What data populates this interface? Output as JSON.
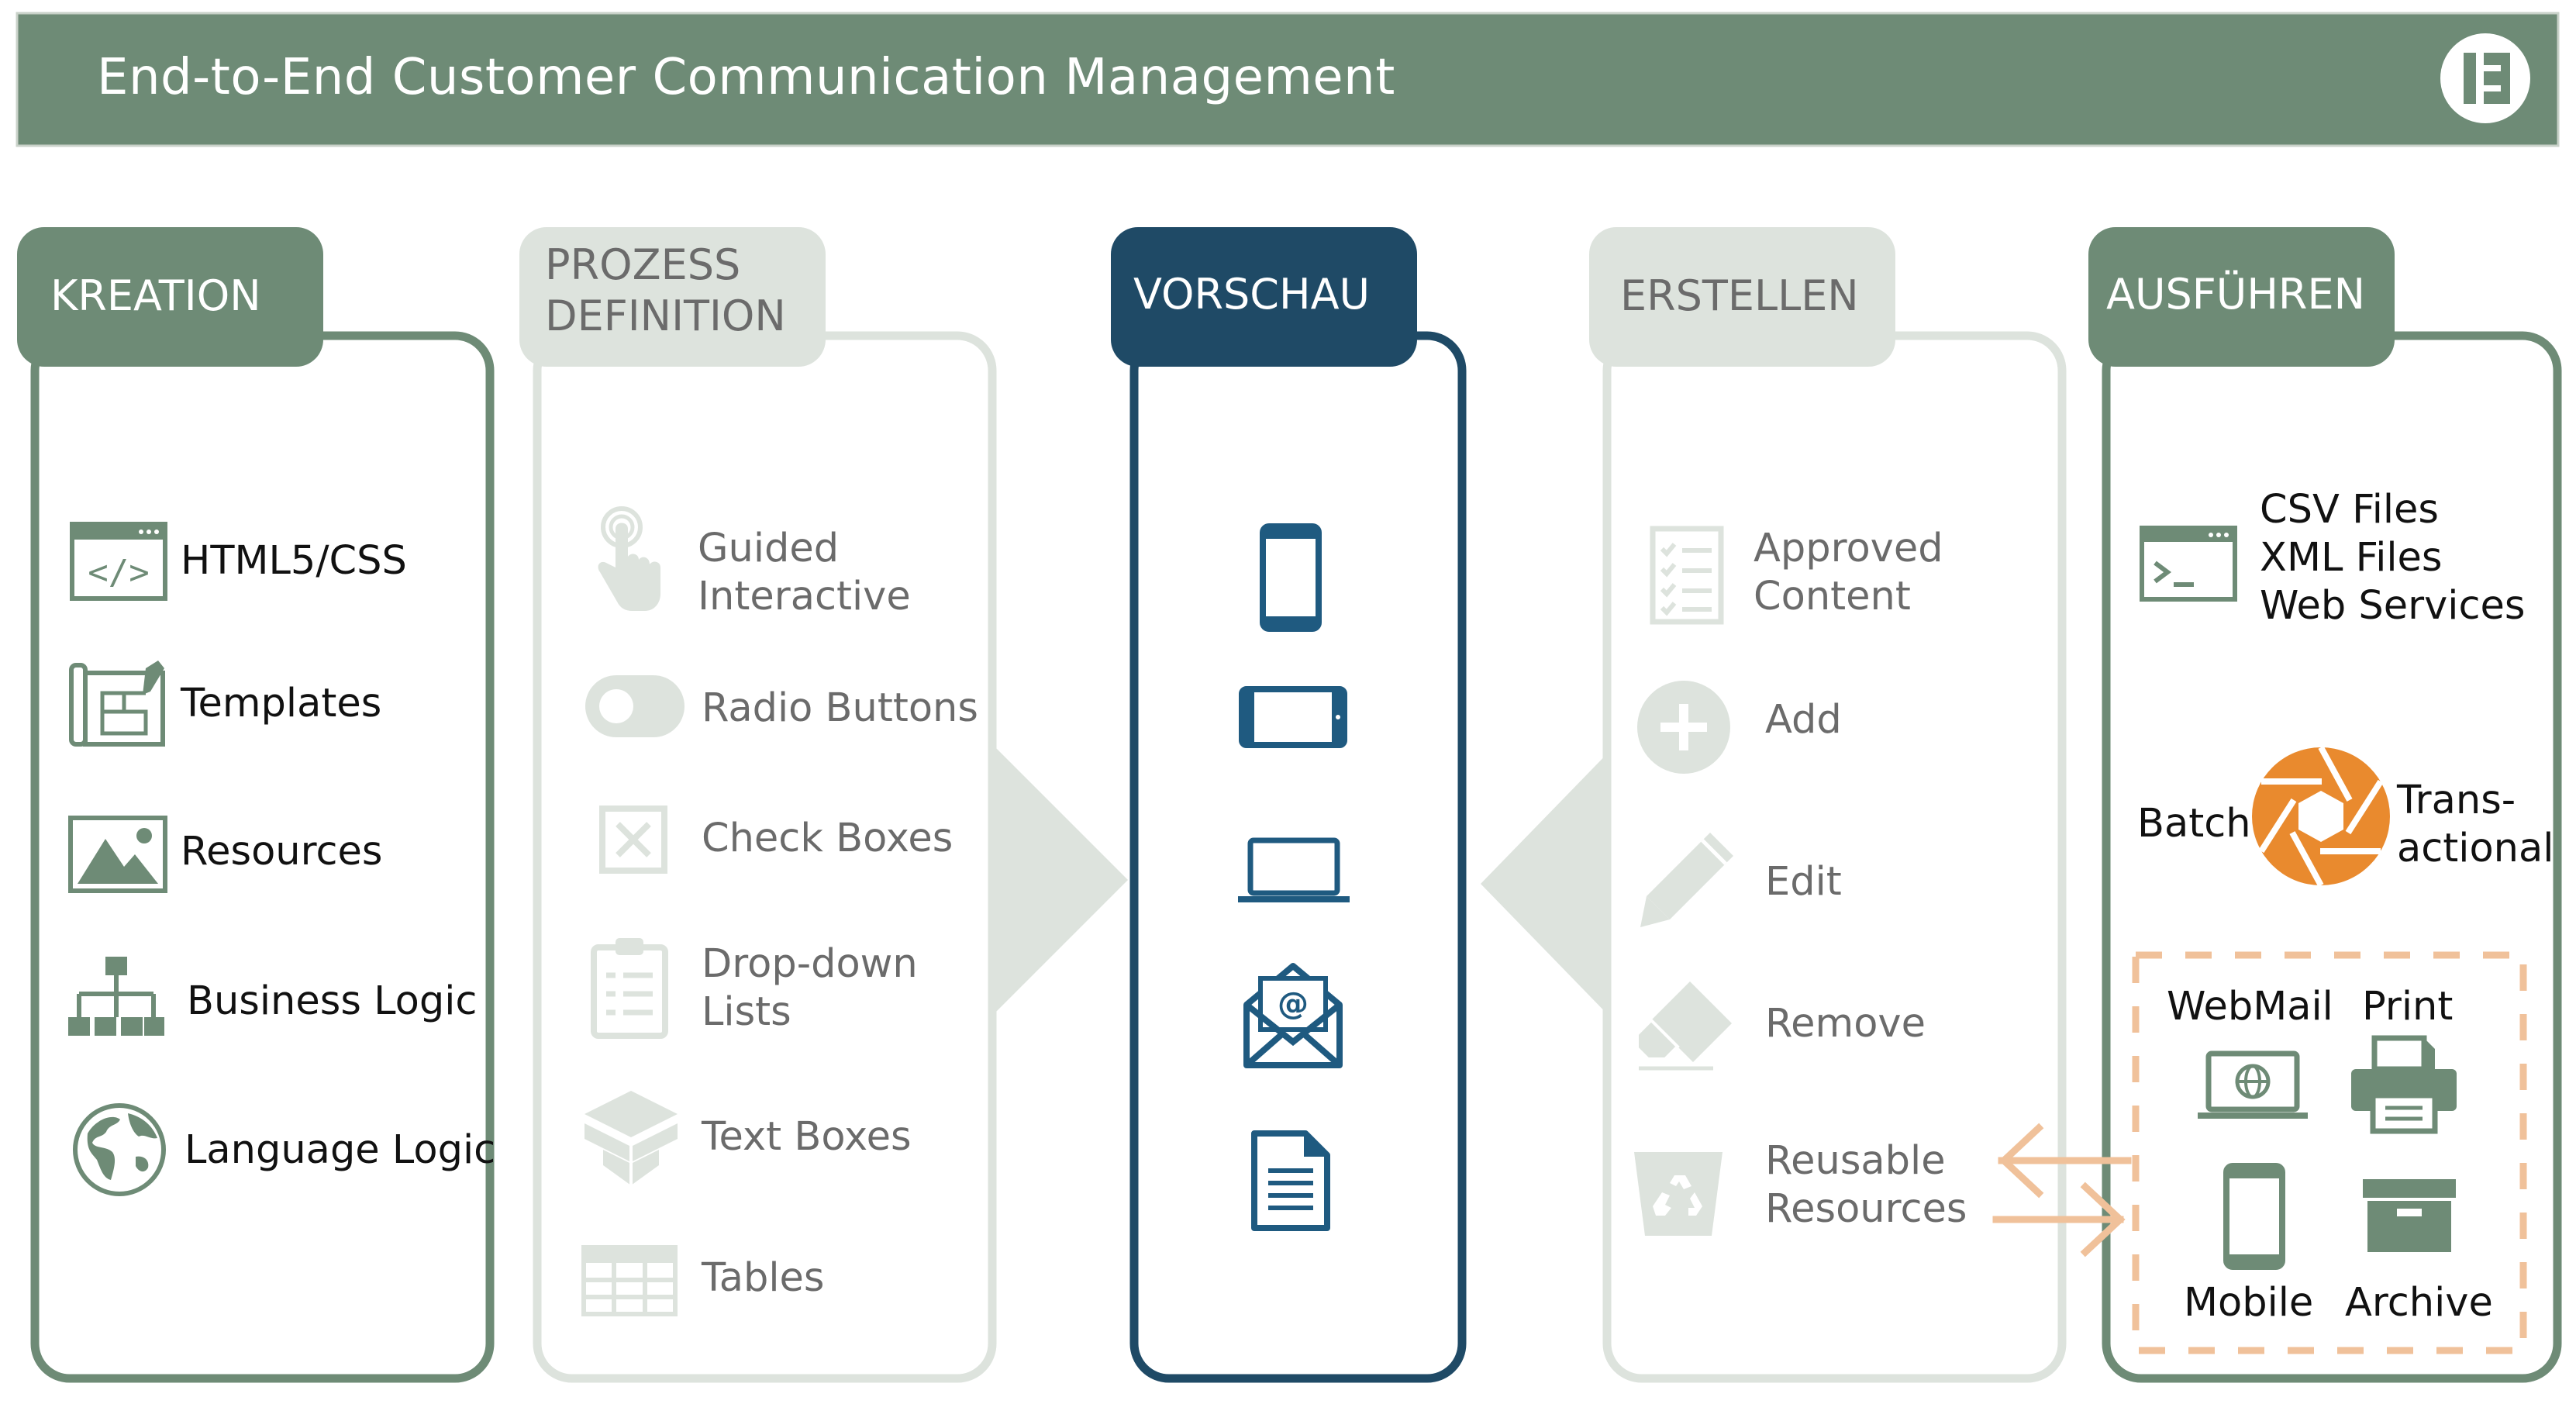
{
  "header": {
    "title": "End-to-End Customer Communication Management"
  },
  "colors": {
    "green": "#6e8b76",
    "light_green": "#dde3dd",
    "navy": "#1f4a66",
    "icon_blue": "#1f5a80",
    "orange": "#e98a2e",
    "orange_light": "#f0c19a"
  },
  "columns": {
    "kreation": {
      "tab": "KREATION",
      "items": [
        {
          "label": "HTML5/CSS",
          "icon": "code-window-icon"
        },
        {
          "label": "Templates",
          "icon": "template-blueprint-icon"
        },
        {
          "label": "Resources",
          "icon": "image-icon"
        },
        {
          "label": "Business Logic",
          "icon": "org-chart-icon"
        },
        {
          "label": "Language Logic",
          "icon": "globe-icon"
        }
      ]
    },
    "prozess": {
      "tab": "PROZESS\nDEFINITION",
      "items": [
        {
          "label": "Guided\nInteractive",
          "icon": "touch-hand-icon"
        },
        {
          "label": "Radio Buttons",
          "icon": "toggle-icon"
        },
        {
          "label": "Check Boxes",
          "icon": "checkbox-icon"
        },
        {
          "label": "Drop-down\nLists",
          "icon": "clipboard-list-icon"
        },
        {
          "label": "Text Boxes",
          "icon": "boxes-icon"
        },
        {
          "label": "Tables",
          "icon": "table-icon"
        }
      ]
    },
    "vorschau": {
      "tab": "VORSCHAU",
      "icons": [
        "smartphone-icon",
        "tablet-icon",
        "laptop-icon",
        "email-icon",
        "document-icon"
      ]
    },
    "erstellen": {
      "tab": "ERSTELLEN",
      "items": [
        {
          "label": "Approved\nContent",
          "icon": "checklist-icon"
        },
        {
          "label": "Add",
          "icon": "plus-circle-icon"
        },
        {
          "label": "Edit",
          "icon": "pencil-icon"
        },
        {
          "label": "Remove",
          "icon": "eraser-icon"
        },
        {
          "label": "Reusable\nResources",
          "icon": "recycle-bin-icon"
        }
      ]
    },
    "ausfuehren": {
      "tab": "AUSFÜHREN",
      "inputs": "CSV Files\nXML Files\nWeb Services",
      "batch": "Batch",
      "transactional": "Trans-\nactional",
      "outputs": {
        "webmail": "WebMail",
        "print": "Print",
        "mobile": "Mobile",
        "archive": "Archive"
      }
    }
  }
}
